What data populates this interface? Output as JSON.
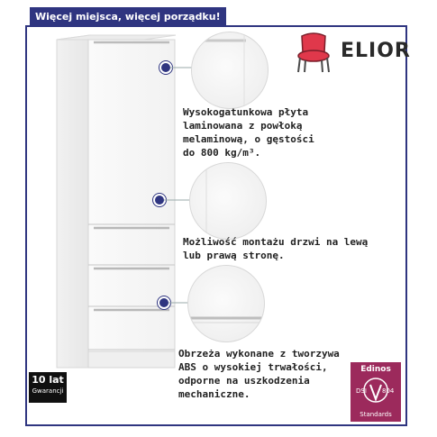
{
  "banner": {
    "text": "Więcej miejsca, więcej porządku!"
  },
  "logo": {
    "brand": "ELIOR"
  },
  "features": [
    {
      "text_lines": [
        "Wysokogatunkowa płyta",
        "laminowana z powłoką",
        "melaminową, o gęstości",
        "do 800 kg/m³."
      ]
    },
    {
      "text_lines": [
        "Możliwość montażu drzwi na lewą",
        "lub prawą stronę."
      ]
    },
    {
      "text_lines": [
        "Obrzeża wykonane z tworzywa",
        "ABS o wysokiej trwałości,",
        "odporne na uszkodzenia",
        "mechaniczne."
      ]
    }
  ],
  "badges": {
    "warranty": {
      "line1": "10 lat",
      "line2": "Gwarancji"
    },
    "edinos": {
      "title": "Edinos",
      "standard_left": "DSI",
      "standard_right": "804",
      "subtitle": "Standards"
    }
  },
  "colors": {
    "frame": "#2f3580",
    "banner_bg": "#2f3580",
    "dot": "#2f3580",
    "edinos_bg": "#9c2a5c",
    "chair": "#e0384b"
  },
  "icons": [
    "chair-logo-icon",
    "feature-dot-icon",
    "shield-icon"
  ]
}
